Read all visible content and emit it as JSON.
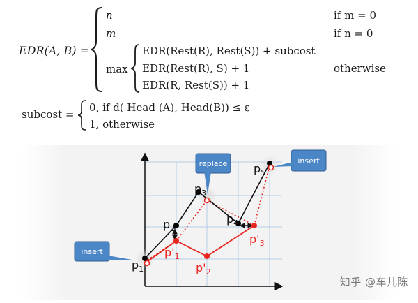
{
  "formula": {
    "lhs": "EDR(A, B) =",
    "case1_value": "n",
    "case1_cond": "if m = 0",
    "case2_value": "m",
    "case2_cond": "if n = 0",
    "max_label": "max",
    "max_term1": "EDR(Rest(R), Rest(S)) +  subcost",
    "max_term2": "EDR(Rest(R), S) + 1",
    "max_term3": "EDR(R, Rest(S)) + 1",
    "case3_cond": "otherwise",
    "subcost_lhs": "subcost  =",
    "subcost_case1": "0,  if d( Head (A), Head(B)) ≤ ε",
    "subcost_case2": "1,  otherwise"
  },
  "diagram": {
    "callouts": {
      "insert_left": "insert",
      "replace": "replace",
      "insert_right": "insert"
    },
    "black_points": [
      "p1",
      "p2",
      "p3",
      "p4",
      "p5"
    ],
    "red_points": [
      "p'1",
      "p'2",
      "p'3"
    ],
    "colors": {
      "black_series": "#000000",
      "red_series": "#e8251f",
      "grid": "#b5cde5",
      "callout": "#4b86c6"
    }
  },
  "watermark": "知乎 @车儿陈"
}
